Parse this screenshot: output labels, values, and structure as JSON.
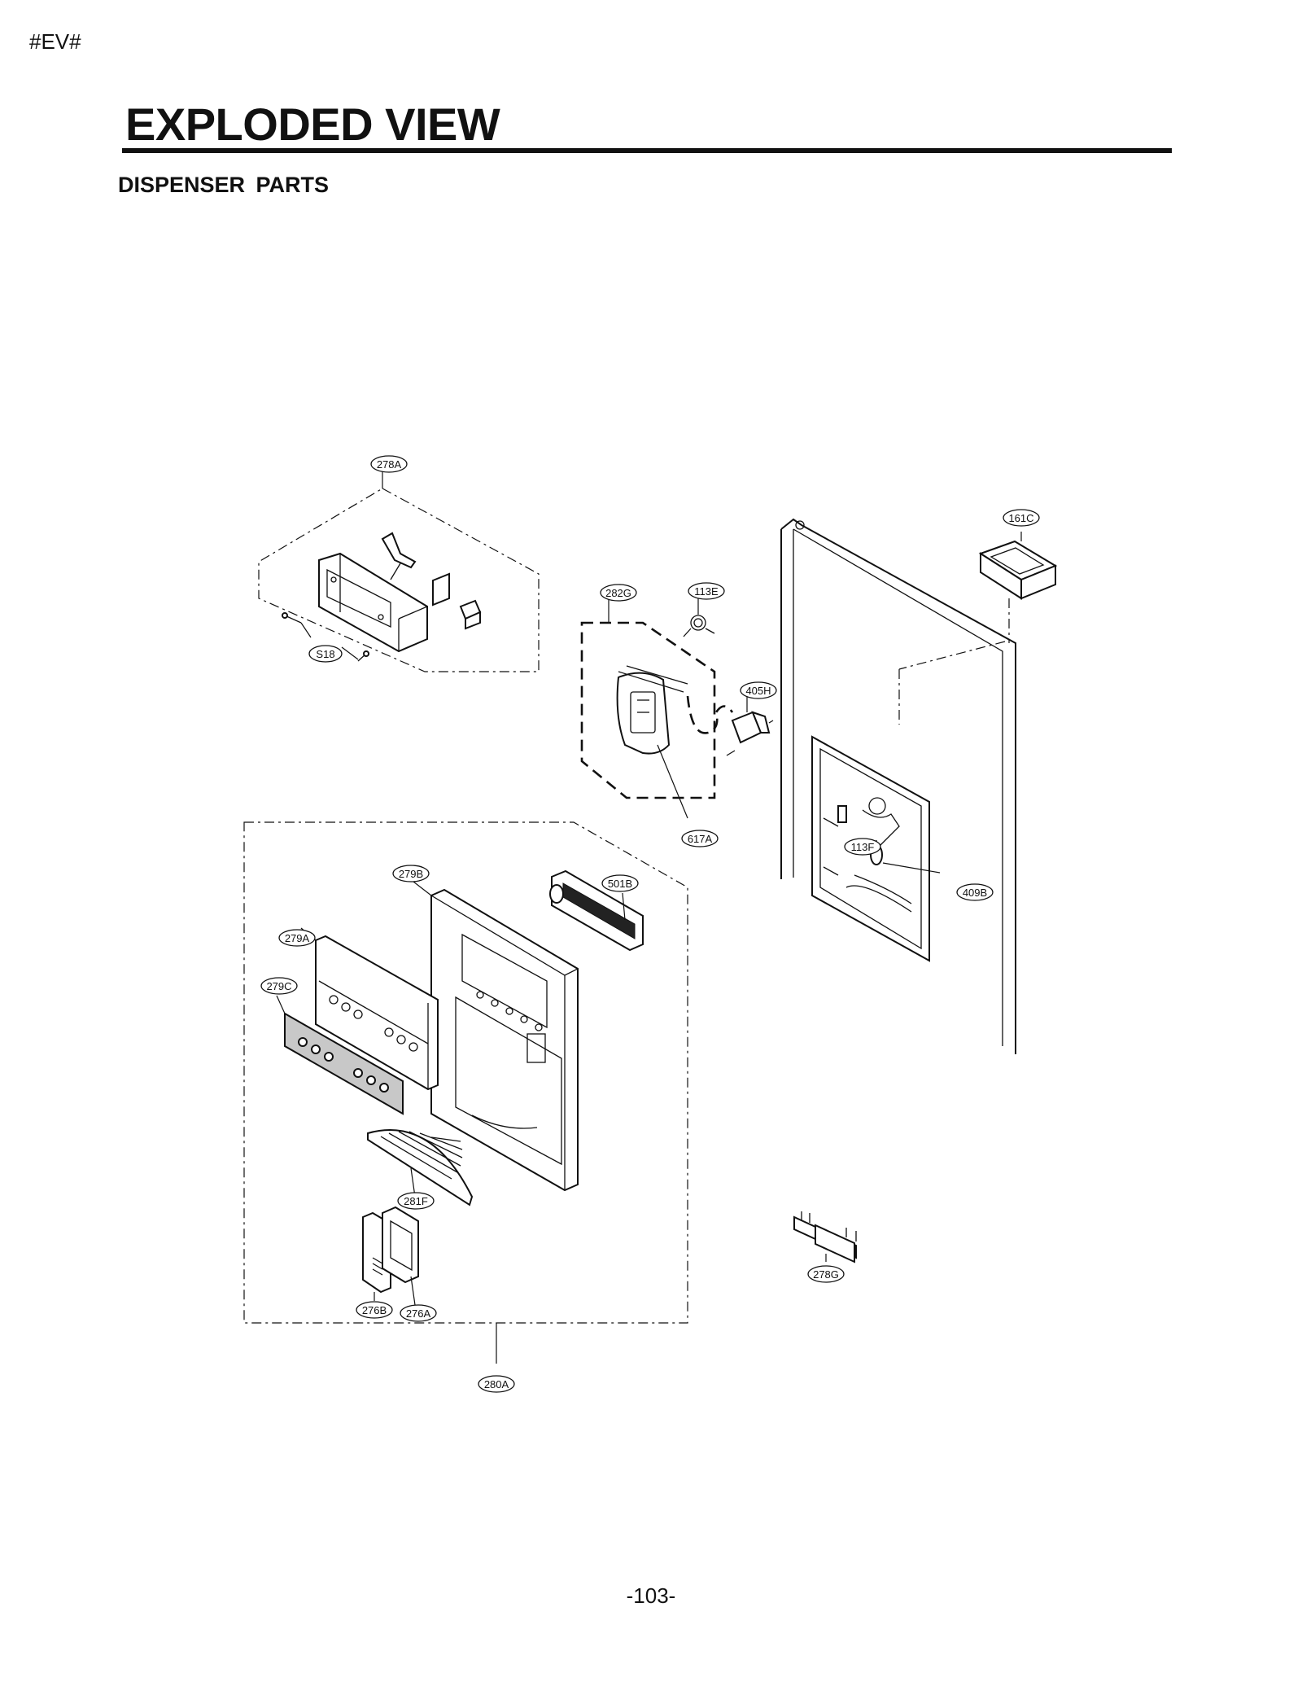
{
  "header": {
    "corner_tag": "#EV#",
    "title": "EXPLODED VIEW",
    "section": "DISPENSER  PARTS"
  },
  "callouts": {
    "c278A": "278A",
    "cS18": "S18",
    "c282G": "282G",
    "c113E": "113E",
    "c405H": "405H",
    "c617A": "617A",
    "c161C": "161C",
    "c113F": "113F",
    "c409B": "409B",
    "c279B": "279B",
    "c501B": "501B",
    "c279A": "279A",
    "c279C": "279C",
    "c281F": "281F",
    "c276B": "276B",
    "c276A": "276A",
    "c278G": "278G",
    "c280A": "280A"
  },
  "footer": {
    "page_number": "-103-"
  }
}
